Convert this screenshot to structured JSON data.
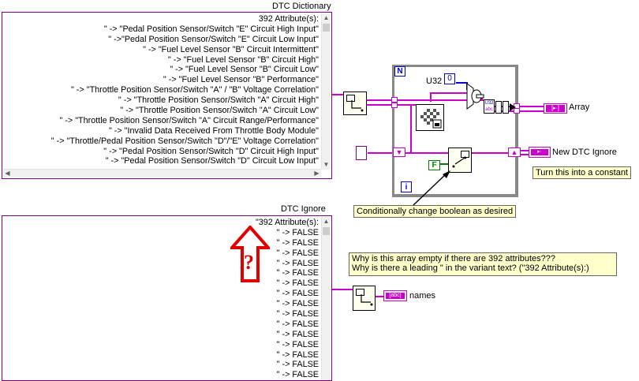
{
  "dict_panel": {
    "title": "DTC Dictionary",
    "lines": [
      "392 Attribute(s):",
      "\" -> \"Pedal Position Sensor/Switch \"E\" Circuit High Input\"",
      "\" ->\"Pedal Position Sensor/Switch \"E\" Circuit Low Input\"",
      "\" -> \"Fuel Level Sensor \"B\" Circuit Intermittent\"",
      "\" -> \"Fuel Level Sensor \"B\" Circuit High\"",
      "\" -> \"Fuel Level Sensor \"B\" Circuit Low\"",
      "\" -> \"Fuel Level Sensor \"B\" Performance\"",
      "\" -> \"Throttle Position Sensor/Switch \"A\" / \"B\" Voltage Correlation\"",
      "\" -> \"Throttle Position Sensor/Switch \"A\" Circuit High\"",
      "\" -> \"Throttle Position Sensor/Switch \"A\" Circuit Low\"",
      "\" -> \"Throttle Position Sensor/Switch \"A\" Circuit Range/Performance\"",
      "\" -> \"Invalid Data Received From Throttle Body Module\"",
      "\" -> \"Throttle/Pedal Position Sensor/Switch \"D\"/\"E\" Voltage Correlation\"",
      "\" -> \"Pedal Position Sensor/Switch \"D\" Circuit High Input\"",
      "\" -> \"Pedal Position Sensor/Switch \"D\" Circuit Low Input\""
    ]
  },
  "ignore_panel": {
    "title": "DTC Ignore",
    "lines": [
      "\"392 Attribute(s):",
      "\" -> FALSE",
      "\" -> FALSE",
      "\" -> FALSE",
      "\" -> FALSE",
      "\" -> FALSE",
      "\" -> FALSE",
      "\" -> FALSE",
      "\" -> FALSE",
      "\" -> FALSE",
      "\" -> FALSE",
      "\" -> FALSE",
      "\" -> FALSE",
      "\" -> FALSE",
      "\" -> FALSE",
      "\" -> FALSE"
    ]
  },
  "diagram": {
    "loop_count_label": "N",
    "loop_index_label": "i",
    "u32_label": "U32",
    "u32_value": "0",
    "u32_tag": "U32",
    "false_const": "F",
    "array_label": "Array",
    "new_ignore_label": "New DTC Ignore",
    "names_label": "names",
    "question_mark": "?"
  },
  "notes": {
    "constant": "Turn this into a constant",
    "conditional": "Conditionally change boolean as desired",
    "question1": "Why is this array empty if there are 392 attributes???",
    "question2": "Why is there a leading \" in the variant text? (\"392 Attribute(s):)"
  },
  "colors": {
    "variant_wire": "#cc00cc",
    "boolean_wire": "#008000",
    "numeric_wire": "#0000cc",
    "annotation_red": "#e00000"
  }
}
